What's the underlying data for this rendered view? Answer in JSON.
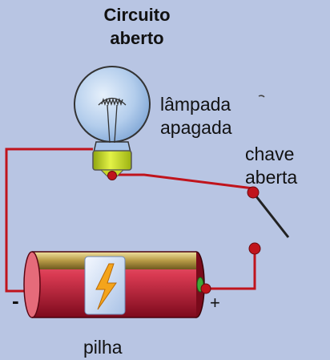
{
  "title": [
    "Circuito",
    "aberto"
  ],
  "labels": {
    "lamp": [
      "lâmpada",
      "apagada"
    ],
    "switch": [
      "chave",
      "aberta"
    ],
    "battery": "pilha",
    "negative": "-",
    "positive": "+"
  },
  "colors": {
    "background": "#b8c5e3",
    "wire": "#c0141c",
    "battery_body": "#c8283c",
    "battery_band": "#b59c4a",
    "lamp_base": "#b8d020",
    "bulb_glass": "#b9d2ef"
  },
  "icons": [
    "light-bulb-icon",
    "battery-icon",
    "open-switch-icon",
    "lightning-bolt-icon"
  ]
}
